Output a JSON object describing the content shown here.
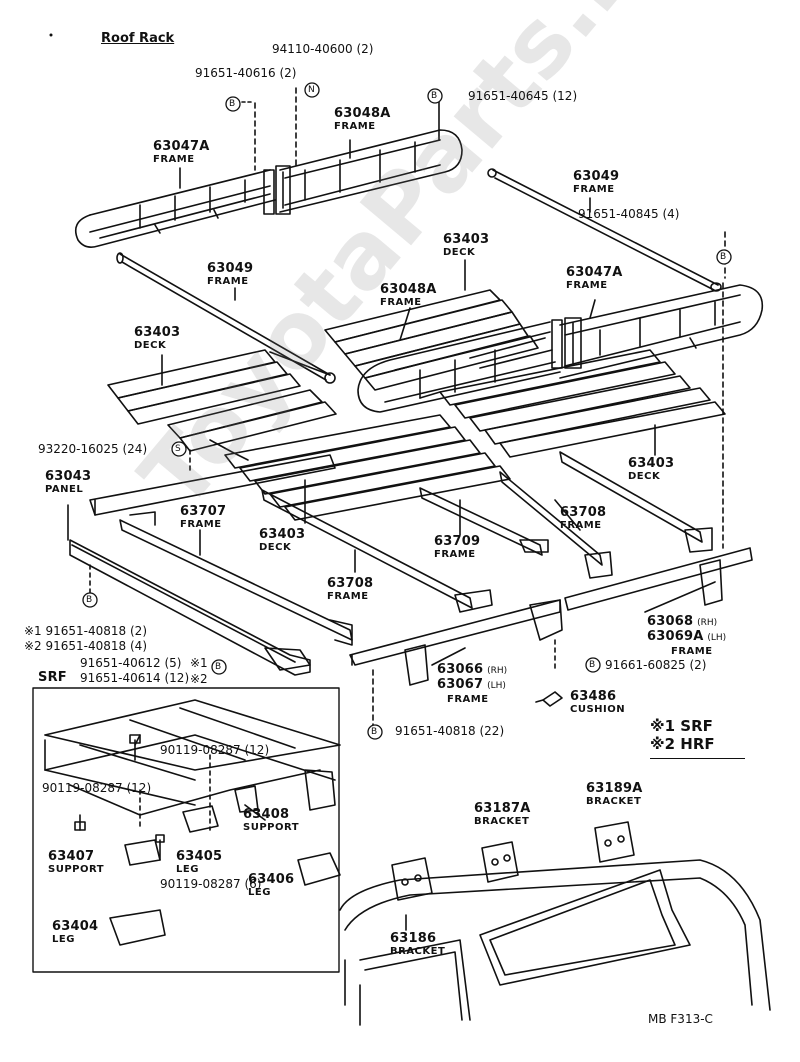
{
  "title": "Roof Rack",
  "footer_code": "MB  F313-C",
  "watermark": "ToyotaParts.ru",
  "legend": {
    "mark1": "※1",
    "mark1_text": "SRF",
    "mark2": "※2",
    "mark2_text": "HRF"
  },
  "callouts": {
    "bolt_top": "94110-40600 (2)",
    "screw_top_left": "91651-40616 (2)",
    "screw_top_right": "91651-40645 (12)",
    "screw_right": "91651-40845 (4)",
    "screw_deck": "93220-16025 (24)",
    "screw_panel_1": "※1 91651-40818 (2)",
    "screw_panel_2": "※2 91651-40818 (4)",
    "screw_front_1": "91651-40612 (5)",
    "screw_front_2": "91651-40614 (12)",
    "screw_cushion": "91661-60825 (2)",
    "screw_bottom": "91651-40818 (22)",
    "bolt_srf_1": "90119-08287 (12)",
    "bolt_srf_2": "90119-08287 (12)",
    "bolt_srf_3": "90119-08287 (6)"
  },
  "srf_label": "SRF",
  "srf_marks": {
    "m1": "※1",
    "m2": "※2"
  },
  "parts": {
    "p63047a_top": {
      "num": "63047A",
      "name": "FRAME"
    },
    "p63048a_top": {
      "num": "63048A",
      "name": "FRAME"
    },
    "p63049_right": {
      "num": "63049",
      "name": "FRAME"
    },
    "p63403_mid": {
      "num": "63403",
      "name": "DECK"
    },
    "p63049_left": {
      "num": "63049",
      "name": "FRAME"
    },
    "p63047a_right": {
      "num": "63047A",
      "name": "FRAME"
    },
    "p63048a_mid": {
      "num": "63048A",
      "name": "FRAME"
    },
    "p63403_left": {
      "num": "63403",
      "name": "DECK"
    },
    "p63403_right": {
      "num": "63403",
      "name": "DECK"
    },
    "p63043": {
      "num": "63043",
      "name": "PANEL"
    },
    "p63707": {
      "num": "63707",
      "name": "FRAME"
    },
    "p63403_center": {
      "num": "63403",
      "name": "DECK"
    },
    "p63709": {
      "num": "63709",
      "name": "FRAME"
    },
    "p63708_right": {
      "num": "63708",
      "name": "FRAME"
    },
    "p63708_left": {
      "num": "63708",
      "name": "FRAME"
    },
    "p63068": {
      "num": "63068",
      "sfx": "(RH)",
      "num2": "63069A",
      "sfx2": "(LH)",
      "name": "FRAME"
    },
    "p63066": {
      "num": "63066",
      "sfx": "(RH)",
      "num2": "63067",
      "sfx2": "(LH)",
      "name": "FRAME"
    },
    "p63486": {
      "num": "63486",
      "name": "CUSHION"
    },
    "p63408": {
      "num": "63408",
      "name": "SUPPORT"
    },
    "p63407": {
      "num": "63407",
      "name": "SUPPORT"
    },
    "p63405": {
      "num": "63405",
      "name": "LEG"
    },
    "p63406": {
      "num": "63406",
      "name": "LEG"
    },
    "p63404": {
      "num": "63404",
      "name": "LEG"
    },
    "p63187a": {
      "num": "63187A",
      "name": "BRACKET"
    },
    "p63189a": {
      "num": "63189A",
      "name": "BRACKET"
    },
    "p63186": {
      "num": "63186",
      "name": "BRACKET"
    }
  },
  "markers": {
    "b": "B",
    "n": "N",
    "s": "S"
  }
}
